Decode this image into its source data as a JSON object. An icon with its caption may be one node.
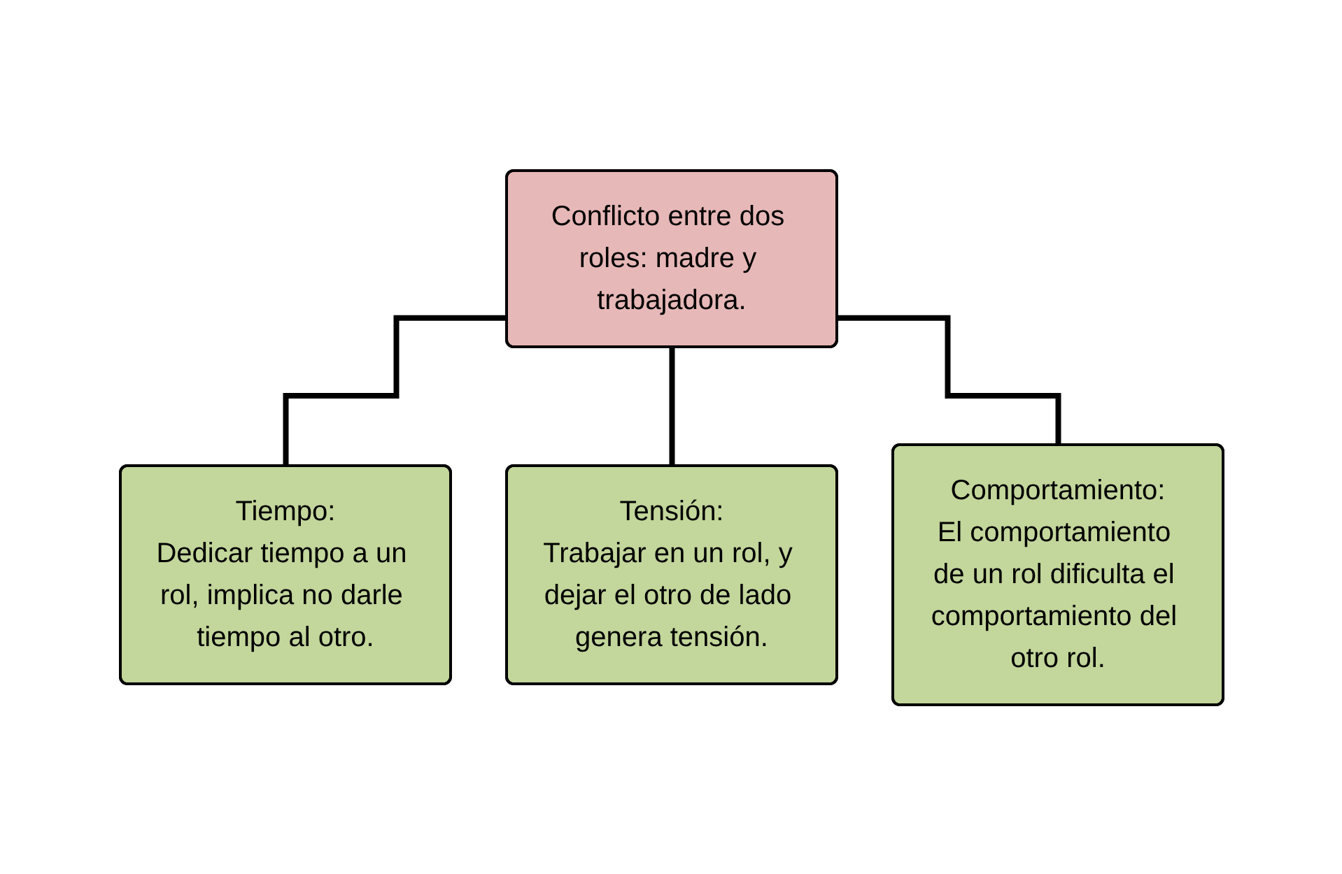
{
  "diagram": {
    "nodes": [
      {
        "text": [
          "Conflicto entre dos roles: madre y trabajadora."
        ]
      },
      {
        "text": [
          "Tiempo:",
          "Dedicar tiempo a un rol, implica no darle tiempo al otro."
        ]
      },
      {
        "text": [
          "Tensión:",
          "Trabajar en un rol, y dejar el otro de lado genera tensión."
        ]
      },
      {
        "text": [
          "Comportamiento:",
          "El comportamiento de un rol dificulta el comportamiento del otro rol."
        ]
      }
    ],
    "edges": [
      {
        "from": 0,
        "to": 1,
        "arrow": "none"
      },
      {
        "from": 0,
        "to": 2,
        "arrow": "none"
      },
      {
        "from": 0,
        "to": 3,
        "arrow": "none"
      }
    ]
  }
}
